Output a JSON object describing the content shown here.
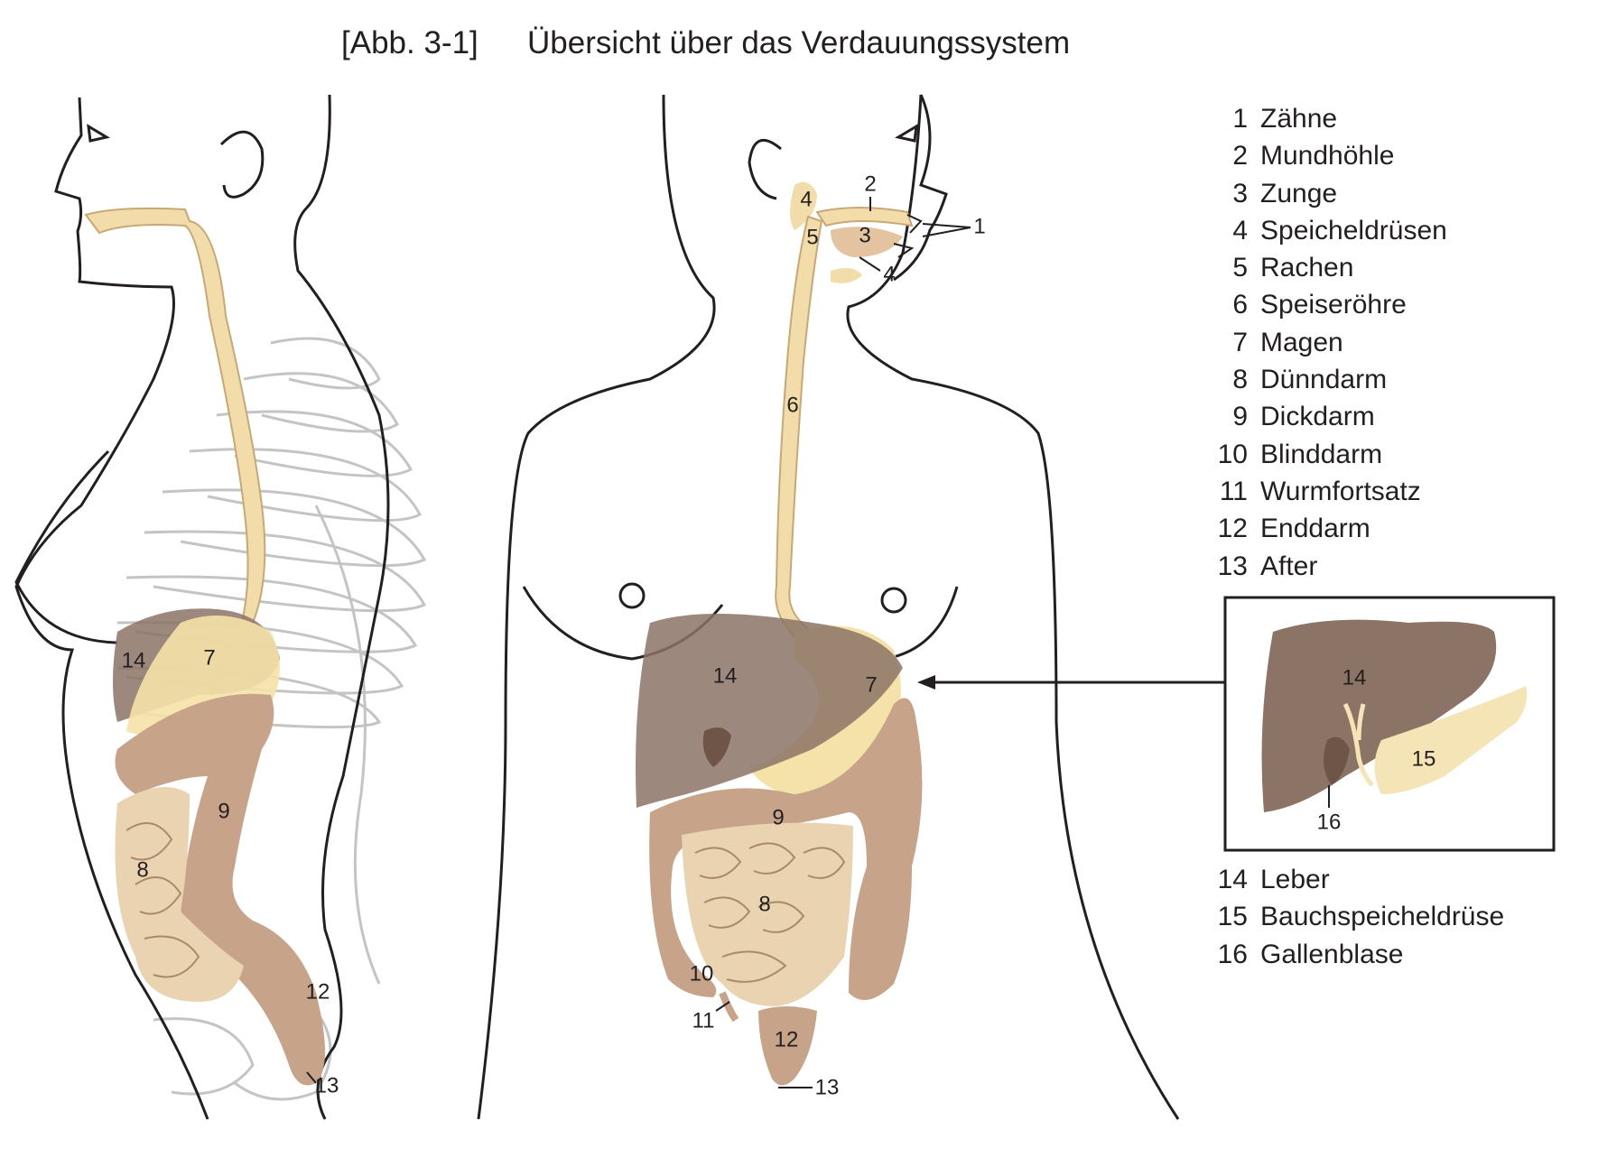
{
  "figure": {
    "number": "[Abb. 3-1]",
    "title": "Übersicht über das Verdauungssystem"
  },
  "legend_top": [
    {
      "num": "1",
      "text": "Zähne"
    },
    {
      "num": "2",
      "text": "Mundhöhle"
    },
    {
      "num": "3",
      "text": "Zunge"
    },
    {
      "num": "4",
      "text": "Speicheldrüsen"
    },
    {
      "num": "5",
      "text": "Rachen"
    },
    {
      "num": "6",
      "text": "Speiseröhre"
    },
    {
      "num": "7",
      "text": "Magen"
    },
    {
      "num": "8",
      "text": "Dünndarm"
    },
    {
      "num": "9",
      "text": "Dickdarm"
    },
    {
      "num": "10",
      "text": "Blinddarm"
    },
    {
      "num": "11",
      "text": "Wurmfortsatz"
    },
    {
      "num": "12",
      "text": "Enddarm"
    },
    {
      "num": "13",
      "text": "After"
    }
  ],
  "legend_bottom": [
    {
      "num": "14",
      "text": "Leber"
    },
    {
      "num": "15",
      "text": "Bauchspeicheldrüse"
    },
    {
      "num": "16",
      "text": "Gallenblase"
    }
  ],
  "labels": {
    "side_14": "14",
    "side_7": "7",
    "side_9": "9",
    "side_8": "8",
    "side_12": "12",
    "side_13": "13",
    "front_1": "1",
    "front_2": "2",
    "front_3": "3",
    "front_4a": "4",
    "front_4b": "4",
    "front_5": "5",
    "front_6": "6",
    "front_7": "7",
    "front_14": "14",
    "front_9": "9",
    "front_8": "8",
    "front_10": "10",
    "front_11": "11",
    "front_12": "12",
    "front_13": "13",
    "inset_14": "14",
    "inset_15": "15",
    "inset_16": "16"
  },
  "colors": {
    "outline": "#231f20",
    "esophagus": "#f2dcaa",
    "stomach": "#f5e2a8",
    "liver": "#8b7366",
    "large_intestine": "#c7a38a",
    "small_intestine": "#e9d3b0",
    "pancreas": "#f5e4b5",
    "ribs": "#b8b8b8"
  }
}
